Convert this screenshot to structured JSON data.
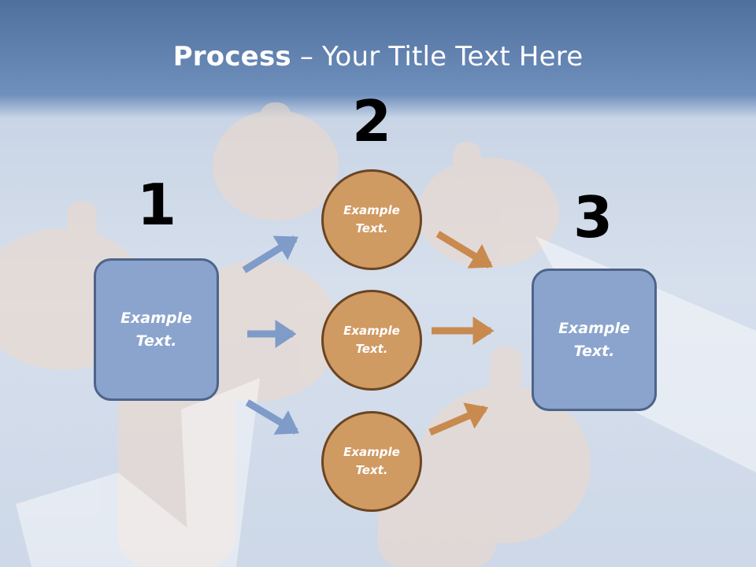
{
  "title": {
    "bold": "Process",
    "rest": " – Your Title Text Here"
  },
  "steps": {
    "one": "1",
    "two": "2",
    "three": "3"
  },
  "box_left": {
    "line1": "Example",
    "line2": "Text."
  },
  "box_right": {
    "line1": "Example",
    "line2": "Text."
  },
  "circles": [
    {
      "line1": "Example",
      "line2": "Text."
    },
    {
      "line1": "Example",
      "line2": "Text."
    },
    {
      "line1": "Example",
      "line2": "Text."
    }
  ],
  "colors": {
    "box_fill": "#8aa4cd",
    "box_border": "#4e6488",
    "circle_fill": "#d09a63",
    "circle_border": "#6b4522",
    "blue_arrow": "#7f9bc8",
    "orange_arrow": "#c98a4f"
  }
}
